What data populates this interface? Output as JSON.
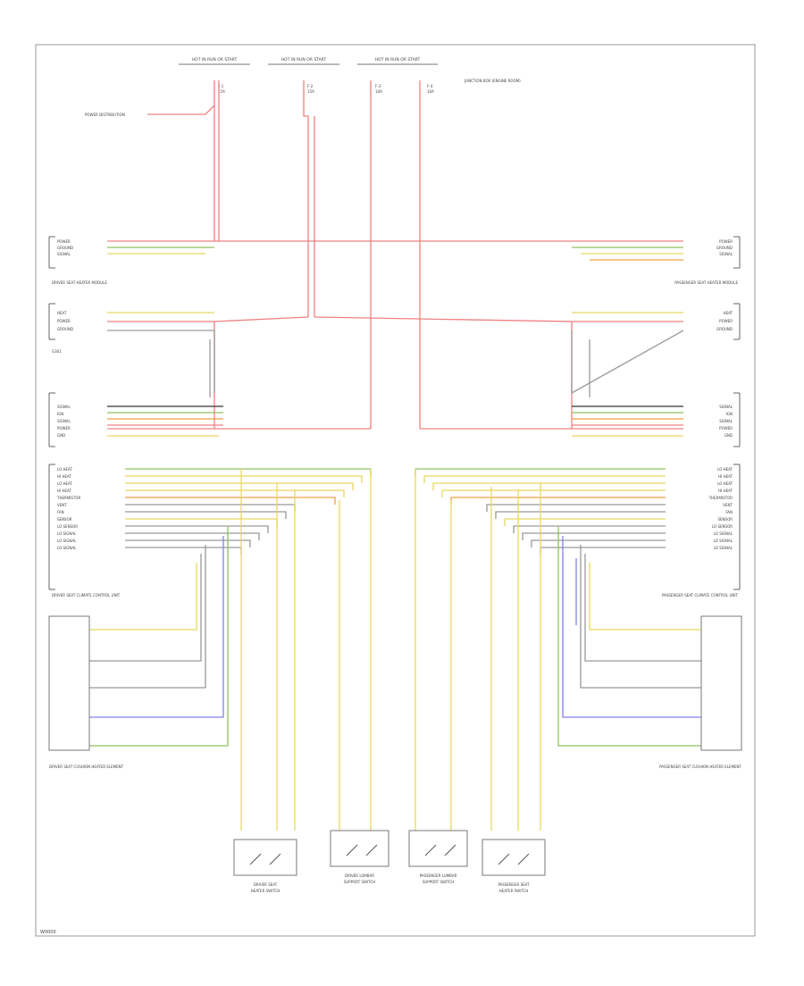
{
  "figure_code": "W0000",
  "top_labels": [
    "HOT IN RUN OR START",
    "HOT IN RUN OR START",
    "HOT IN RUN OR START"
  ],
  "top_fuses": [
    {
      "id": "F-1",
      "rating": "15A"
    },
    {
      "id": "F-2",
      "rating": "15A"
    },
    {
      "id": "F-3",
      "rating": "10A"
    },
    {
      "id": "F-4",
      "rating": "10A"
    }
  ],
  "top_right_label": "JUNCTION BOX (ENGINE ROOM)",
  "power_dist": "POWER DISTRIBUTION",
  "left_ground_label": "G301",
  "wire_colors": {
    "red": "#f08080",
    "green": "#90c060",
    "yellow": "#e8d860",
    "orange": "#f0a040",
    "blue": "#8080ee",
    "black": "#333333",
    "gray": "#999999"
  },
  "left_upper_pins": [
    {
      "name": "POWER",
      "color": "RED/WHT"
    },
    {
      "name": "GROUND",
      "color": "LT GRN/BLK"
    },
    {
      "name": "SIGNAL",
      "color": "YEL"
    }
  ],
  "right_upper_pins": [
    {
      "name": "POWER",
      "color": "RED/WHT"
    },
    {
      "name": "GROUND",
      "color": "LT GRN/BLK"
    },
    {
      "name": "SIGNAL",
      "color": "YEL"
    }
  ],
  "left_mid_module": "DRIVER SEAT HEATER MODULE",
  "right_mid_module": "PASSENGER SEAT HEATER MODULE",
  "left_mid_pins": [
    "HEAT",
    "POWER",
    "GROUND"
  ],
  "right_mid_pins": [
    "HEAT",
    "POWER",
    "GROUND"
  ],
  "left_lower_pins": [
    "SIGNAL",
    "IGN",
    "SIGNAL",
    "POWER",
    "GND"
  ],
  "right_lower_pins": [
    "SIGNAL",
    "IGN",
    "SIGNAL",
    "POWER",
    "GND"
  ],
  "left_seat_pins": [
    "LO HEAT",
    "HI HEAT",
    "LO HEAT",
    "HI HEAT",
    "THERMISTOR",
    "VENT",
    "FAN",
    "SENSOR",
    "LO SENSOR",
    "LO SIGNAL",
    "LO SIGNAL",
    "LO SIGNAL"
  ],
  "right_seat_pins": [
    "LO HEAT",
    "HI HEAT",
    "LO HEAT",
    "HI HEAT",
    "THERMISTOR",
    "VENT",
    "FAN",
    "SENSOR",
    "LO SENSOR",
    "LO SIGNAL",
    "LO SIGNAL",
    "LO SIGNAL"
  ],
  "left_lower_module": "DRIVER SEAT CLIMATE CONTROL UNIT",
  "right_lower_module": "PASSENGER SEAT CLIMATE CONTROL UNIT",
  "left_element": "DRIVER SEAT CUSHION HEATER ELEMENT",
  "right_element": "PASSENGER SEAT CUSHION HEATER ELEMENT",
  "bottom_switches": [
    "DRIVER SEAT HEATER SWITCH",
    "DRIVER LUMBAR SUPPORT SWITCH",
    "PASSENGER LUMBAR SUPPORT SWITCH",
    "PASSENGER SEAT HEATER SWITCH"
  ]
}
